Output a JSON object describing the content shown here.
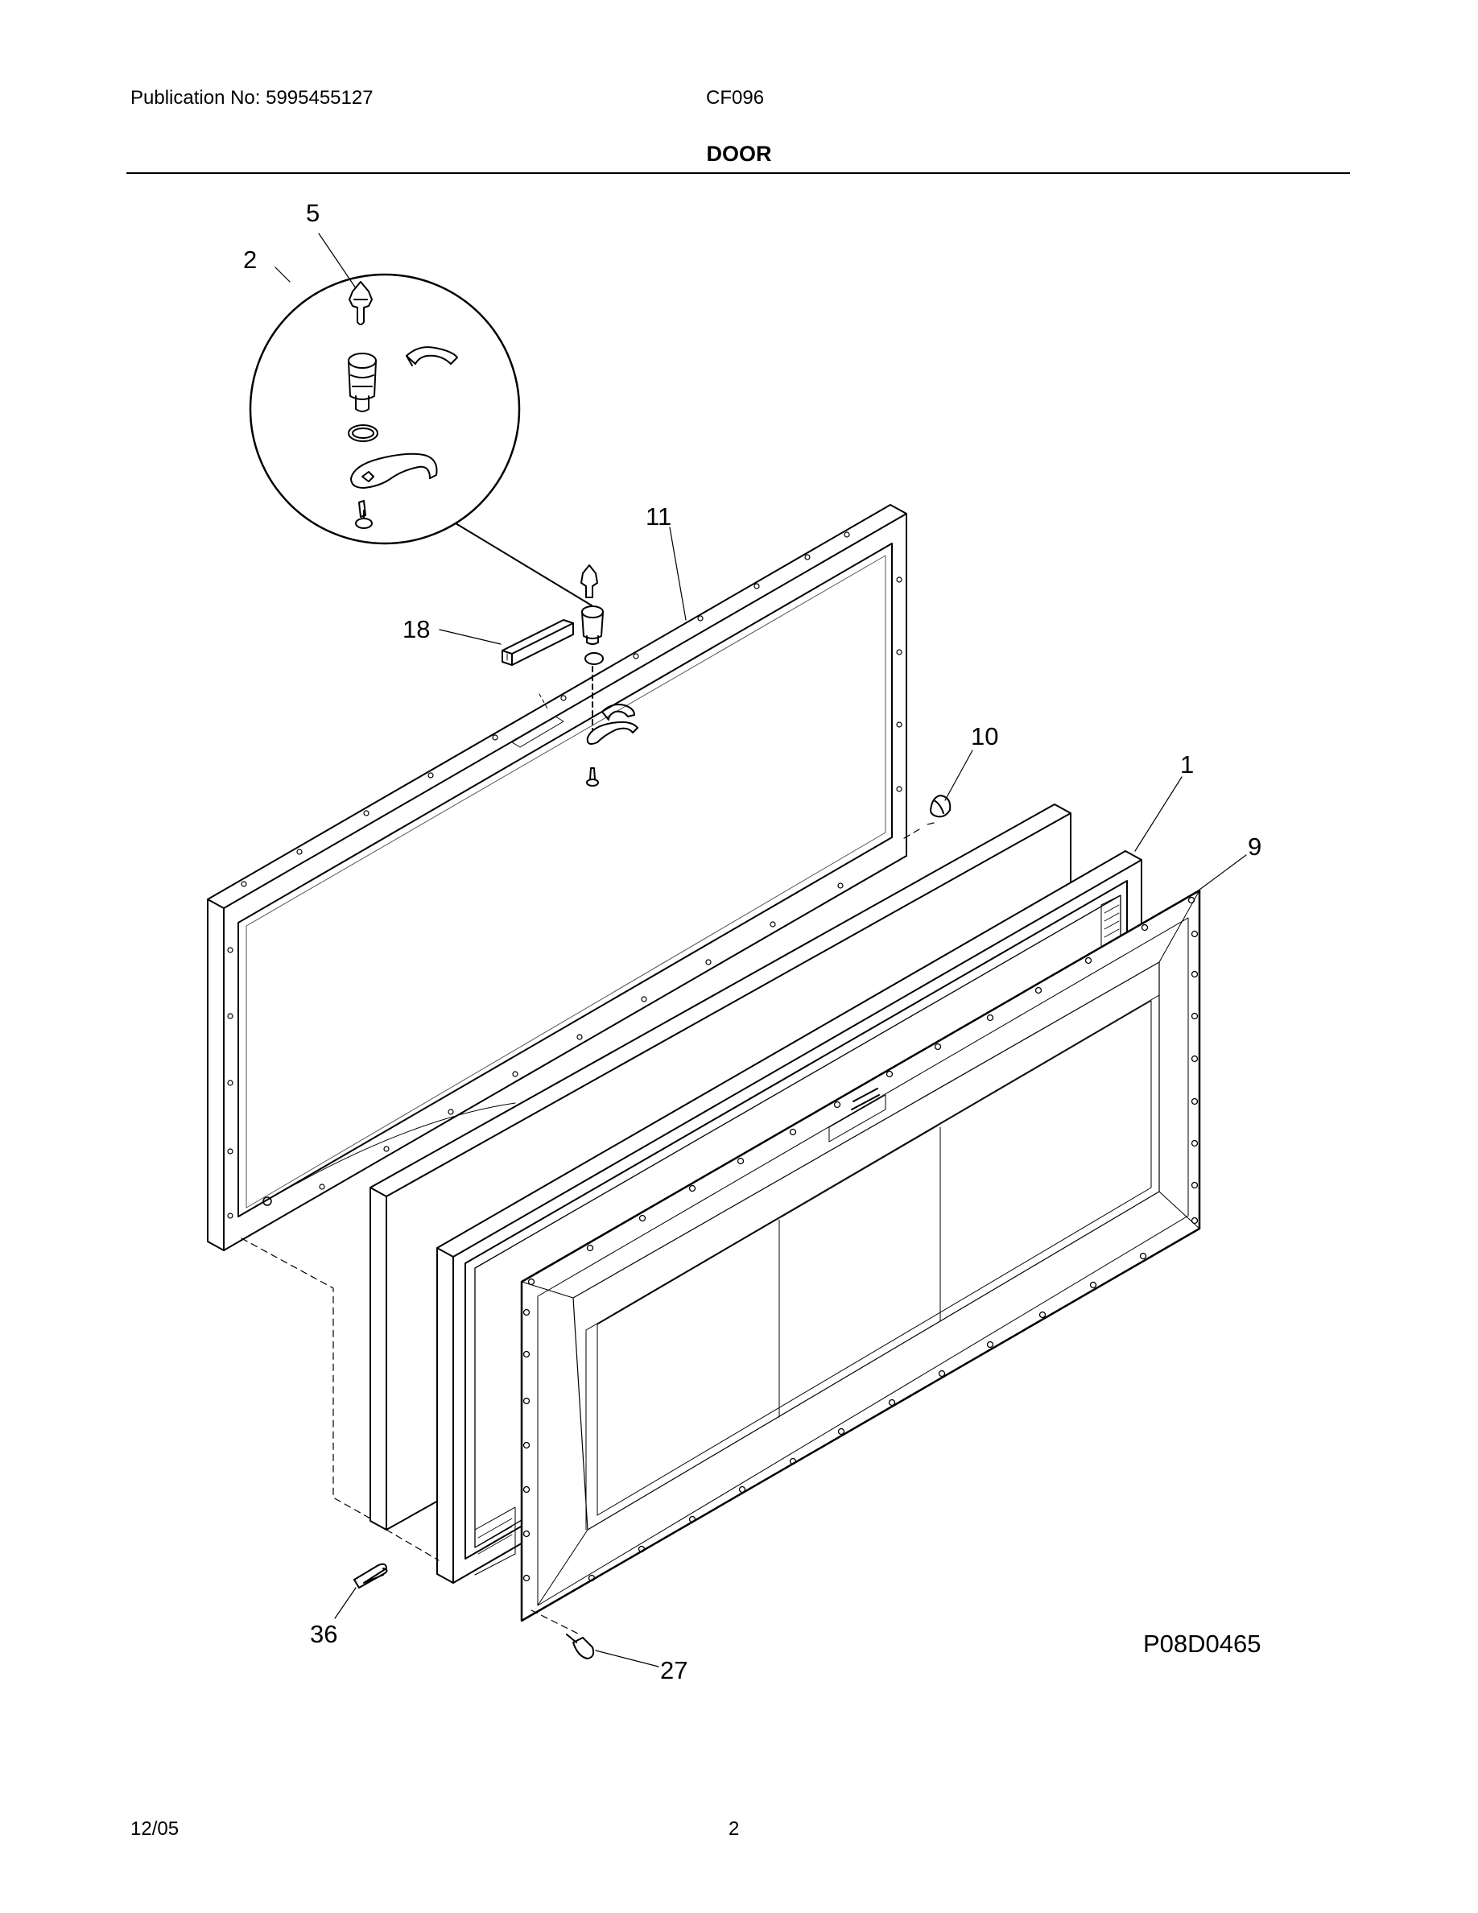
{
  "header": {
    "publication": "Publication No: 5995455127",
    "model": "CF096",
    "section_title": "DOOR"
  },
  "diagram": {
    "callouts": [
      {
        "id": "c5",
        "label": "5"
      },
      {
        "id": "c2",
        "label": "2"
      },
      {
        "id": "c11",
        "label": "11"
      },
      {
        "id": "c18",
        "label": "18"
      },
      {
        "id": "c10",
        "label": "10"
      },
      {
        "id": "c1",
        "label": "1"
      },
      {
        "id": "c9",
        "label": "9"
      },
      {
        "id": "c36",
        "label": "36"
      },
      {
        "id": "c27",
        "label": "27"
      }
    ],
    "drawing_code": "P08D0465"
  },
  "footer": {
    "date": "12/05",
    "page": "2"
  }
}
